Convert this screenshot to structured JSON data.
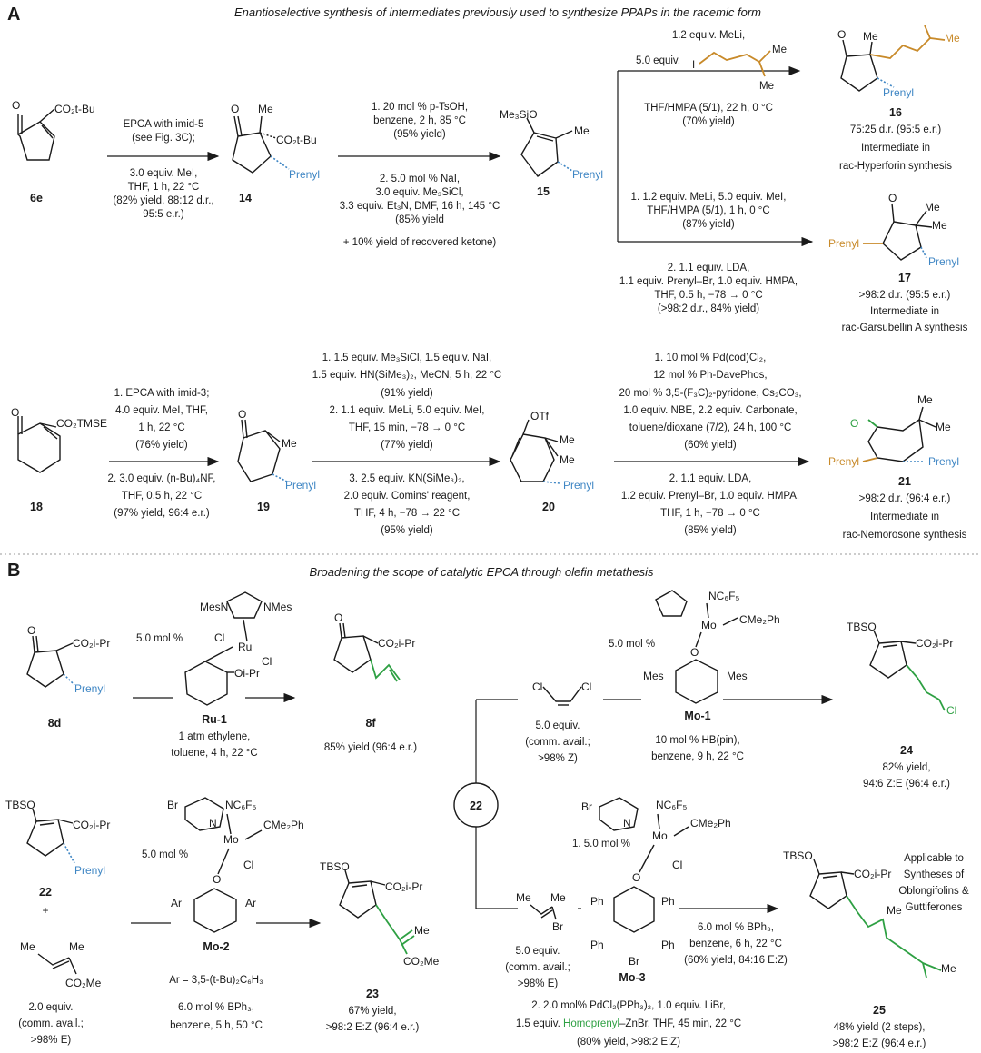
{
  "panelA": {
    "letter": "A",
    "title": "Enantioselective synthesis of intermediates previously used to synthesize PPAPs in the racemic form",
    "c6e": {
      "label": "6e",
      "sub": "CO₂t-Bu"
    },
    "step1": {
      "top": [
        "EPCA with imid-5",
        "(see Fig. 3C);"
      ],
      "bottom": [
        "3.0 equiv. MeI,",
        "THF, 1 h, 22 °C",
        "(82% yield, 88:12 d.r.,",
        "95:5 e.r.)"
      ]
    },
    "c14": {
      "label": "14",
      "me": "Me",
      "sub": "CO₂t-Bu",
      "prenyl": "Prenyl"
    },
    "step2": {
      "top": [
        "1. 20 mol % p-TsOH,",
        "benzene, 2 h, 85 °C",
        "(95% yield)"
      ],
      "bottom": [
        "2. 5.0 mol % NaI,",
        "3.0 equiv. Me₃SiCl,",
        "3.3 equiv. Et₃N, DMF, 16 h, 145 °C",
        "(85% yield",
        "+ 10% yield of recovered ketone)"
      ]
    },
    "c15": {
      "label": "15",
      "tms": "Me₃SiO",
      "me": "Me",
      "prenyl": "Prenyl"
    },
    "branch16": {
      "top1": "1.2 equiv. MeLi,",
      "top2": "5.0 equiv.",
      "iodo": "I",
      "me1": "Me",
      "me2": "Me",
      "bottom": [
        "THF/HMPA (5/1), 22 h, 0 °C",
        "(70% yield)"
      ]
    },
    "c16": {
      "label": "16",
      "o": "O",
      "me": "Me",
      "me2": "Me",
      "prenyl": "Prenyl",
      "notes": [
        "75:25 d.r. (95:5 e.r.)",
        "Intermediate in",
        "rac-Hyperforin synthesis"
      ]
    },
    "branch17": {
      "top": [
        "1. 1.2 equiv. MeLi, 5.0 equiv. MeI,",
        "THF/HMPA (5/1), 1 h, 0 °C",
        "(87% yield)"
      ],
      "bottom": [
        "2. 1.1 equiv. LDA,",
        "1.1 equiv. Prenyl–Br, 1.0 equiv. HMPA,",
        "THF, 0.5 h, −78 → 0 °C",
        "(>98:2 d.r., 84% yield)"
      ]
    },
    "c17": {
      "label": "17",
      "o": "O",
      "me": "Me",
      "me2": "Me",
      "prenylL": "Prenyl",
      "prenylR": "Prenyl",
      "notes": [
        ">98:2 d.r. (95:5 e.r.)",
        "Intermediate in",
        "rac-Garsubellin A synthesis"
      ]
    },
    "c18": {
      "label": "18",
      "o": "O",
      "sub": "CO₂TMSE"
    },
    "step3": {
      "top": [
        "1. EPCA with imid-3;",
        "4.0 equiv. MeI, THF,",
        "1 h, 22 °C",
        "(76% yield)"
      ],
      "bottom": [
        "2. 3.0 equiv. (n-Bu)₄NF,",
        "THF, 0.5 h, 22 °C",
        "(97% yield, 96:4 e.r.)"
      ]
    },
    "c19": {
      "label": "19",
      "o": "O",
      "me": "Me",
      "prenyl": "Prenyl"
    },
    "step4": {
      "top": [
        "1. 1.5 equiv. Me₃SiCl, 1.5 equiv. NaI,",
        "1.5 equiv. HN(SiMe₃)₂, MeCN, 5 h, 22 °C",
        "(91% yield)",
        "2. 1.1 equiv. MeLi, 5.0 equiv. MeI,",
        "THF, 15 min, −78 → 0 °C",
        "(77% yield)"
      ],
      "bottom": [
        "3. 2.5 equiv. KN(SiMe₃)₂,",
        "2.0 equiv. Comins' reagent,",
        "THF, 4 h, −78 → 22 °C",
        "(95% yield)"
      ]
    },
    "c20": {
      "label": "20",
      "otf": "OTf",
      "me": "Me",
      "me2": "Me",
      "prenyl": "Prenyl"
    },
    "step5": {
      "top": [
        "1. 10 mol % Pd(cod)Cl₂,",
        "12 mol % Ph-DavePhos,",
        "20 mol % 3,5-(F₃C)₂-pyridone, Cs₂CO₃,",
        "1.0 equiv. NBE, 2.2 equiv. Carbonate,",
        "toluene/dioxane (7/2), 24 h, 100 °C",
        "(60% yield)"
      ],
      "bottom": [
        "2. 1.1 equiv. LDA,",
        "1.2 equiv. Prenyl–Br, 1.0 equiv. HMPA,",
        "THF, 1 h, −78 → 0 °C",
        "(85% yield)"
      ]
    },
    "c21": {
      "label": "21",
      "o": "O",
      "me": "Me",
      "me2": "Me",
      "prenylL": "Prenyl",
      "prenylR": "Prenyl",
      "notes": [
        ">98:2 d.r. (96:4 e.r.)",
        "Intermediate in",
        "rac-Nemorosone synthesis"
      ]
    }
  },
  "panelB": {
    "letter": "B",
    "title": "Broadening the scope of catalytic EPCA through olefin metathesis",
    "c8d": {
      "label": "8d",
      "o": "O",
      "sub": "CO₂i-Pr",
      "prenyl": "Prenyl"
    },
    "ru": {
      "loading": "5.0 mol %",
      "mes1": "MesN",
      "mes2": "NMes",
      "cl1": "Cl",
      "cl2": "Cl",
      "ru": "Ru",
      "oipr": "Oi-Pr",
      "label": "Ru-1",
      "cond": [
        "1 atm ethylene,",
        "toluene, 4 h, 22 °C"
      ]
    },
    "c8f": {
      "label": "8f",
      "o": "O",
      "sub": "CO₂i-Pr",
      "yield": "85% yield (96:4 e.r.)"
    },
    "mo1": {
      "loading": "5.0 mol %",
      "nc6f5": "NC₆F₅",
      "mo": "Mo",
      "cme2ph": "CMe₂Ph",
      "o": "O",
      "mes1": "Mes",
      "mes2": "Mes",
      "label": "Mo-1",
      "cond": [
        "10 mol % HB(pin),",
        "benzene, 9 h, 22 °C"
      ]
    },
    "dichloro": {
      "cl1": "Cl",
      "cl2": "Cl",
      "notes": [
        "5.0 equiv.",
        "(comm. avail.;",
        ">98% Z)"
      ]
    },
    "c24": {
      "label": "24",
      "tbso": "TBSO",
      "sub": "CO₂i-Pr",
      "cl": "Cl",
      "notes": [
        "82% yield,",
        "94:6 Z:E (96:4 e.r.)"
      ]
    },
    "c22": {
      "label": "22",
      "circle": "22",
      "tbso": "TBSO",
      "sub": "CO₂i-Pr",
      "prenyl": "Prenyl",
      "plus": "+"
    },
    "ester": {
      "me1": "Me",
      "me2": "Me",
      "sub": "CO₂Me",
      "notes": [
        "2.0 equiv.",
        "(comm. avail.;",
        ">98% E)"
      ]
    },
    "mo2": {
      "loading": "5.0 mol %",
      "br": "Br",
      "n": "N",
      "nc6f5": "NC₆F₅",
      "mo": "Mo",
      "cme2ph": "CMe₂Ph",
      "cl": "Cl",
      "o": "O",
      "ar1": "Ar",
      "ar2": "Ar",
      "label": "Mo-2",
      "arDef": "Ar = 3,5-(t-Bu)₂C₆H₃",
      "cond": [
        "6.0 mol % BPh₃,",
        "benzene, 5 h, 50 °C"
      ]
    },
    "c23": {
      "label": "23",
      "tbso": "TBSO",
      "sub": "CO₂i-Pr",
      "me": "Me",
      "co2me": "CO₂Me",
      "notes": [
        "67% yield,",
        ">98:2 E:Z (96:4 e.r.)"
      ]
    },
    "bromo": {
      "me1": "Me",
      "me2": "Me",
      "br": "Br",
      "notes": [
        "5.0 equiv.",
        "(comm. avail.;",
        ">98% E)"
      ]
    },
    "mo3": {
      "loading": "1. 5.0 mol %",
      "br": "Br",
      "n": "N",
      "nc6f5": "NC₆F₅",
      "mo": "Mo",
      "cme2ph": "CMe₂Ph",
      "cl": "Cl",
      "o": "O",
      "ph": [
        "Ph",
        "Ph",
        "Ph",
        "Ph"
      ],
      "br2": "Br",
      "label": "Mo-3",
      "cond": [
        "6.0 mol % BPh₃,",
        "benzene, 6 h, 22 °C",
        "(60% yield, 84:16 E:Z)"
      ]
    },
    "step2": [
      "2. 2.0 mol% PdCl₂(PPh₃)₂, 1.0 equiv. LiBr,",
      "1.5 equiv. ",
      "Homoprenyl",
      "–ZnBr, THF, 45 min, 22 °C",
      "(80% yield, >98:2 E:Z)"
    ],
    "c25": {
      "label": "25",
      "tbso": "TBSO",
      "sub": "CO₂i-Pr",
      "me1": "Me",
      "me2": "Me",
      "applicable": [
        "Applicable to",
        "Syntheses of",
        "Oblongifolins &",
        "Guttiferones"
      ],
      "notes": [
        "48% yield (2 steps),",
        ">98:2 E:Z (96:4 e.r.)"
      ]
    }
  }
}
